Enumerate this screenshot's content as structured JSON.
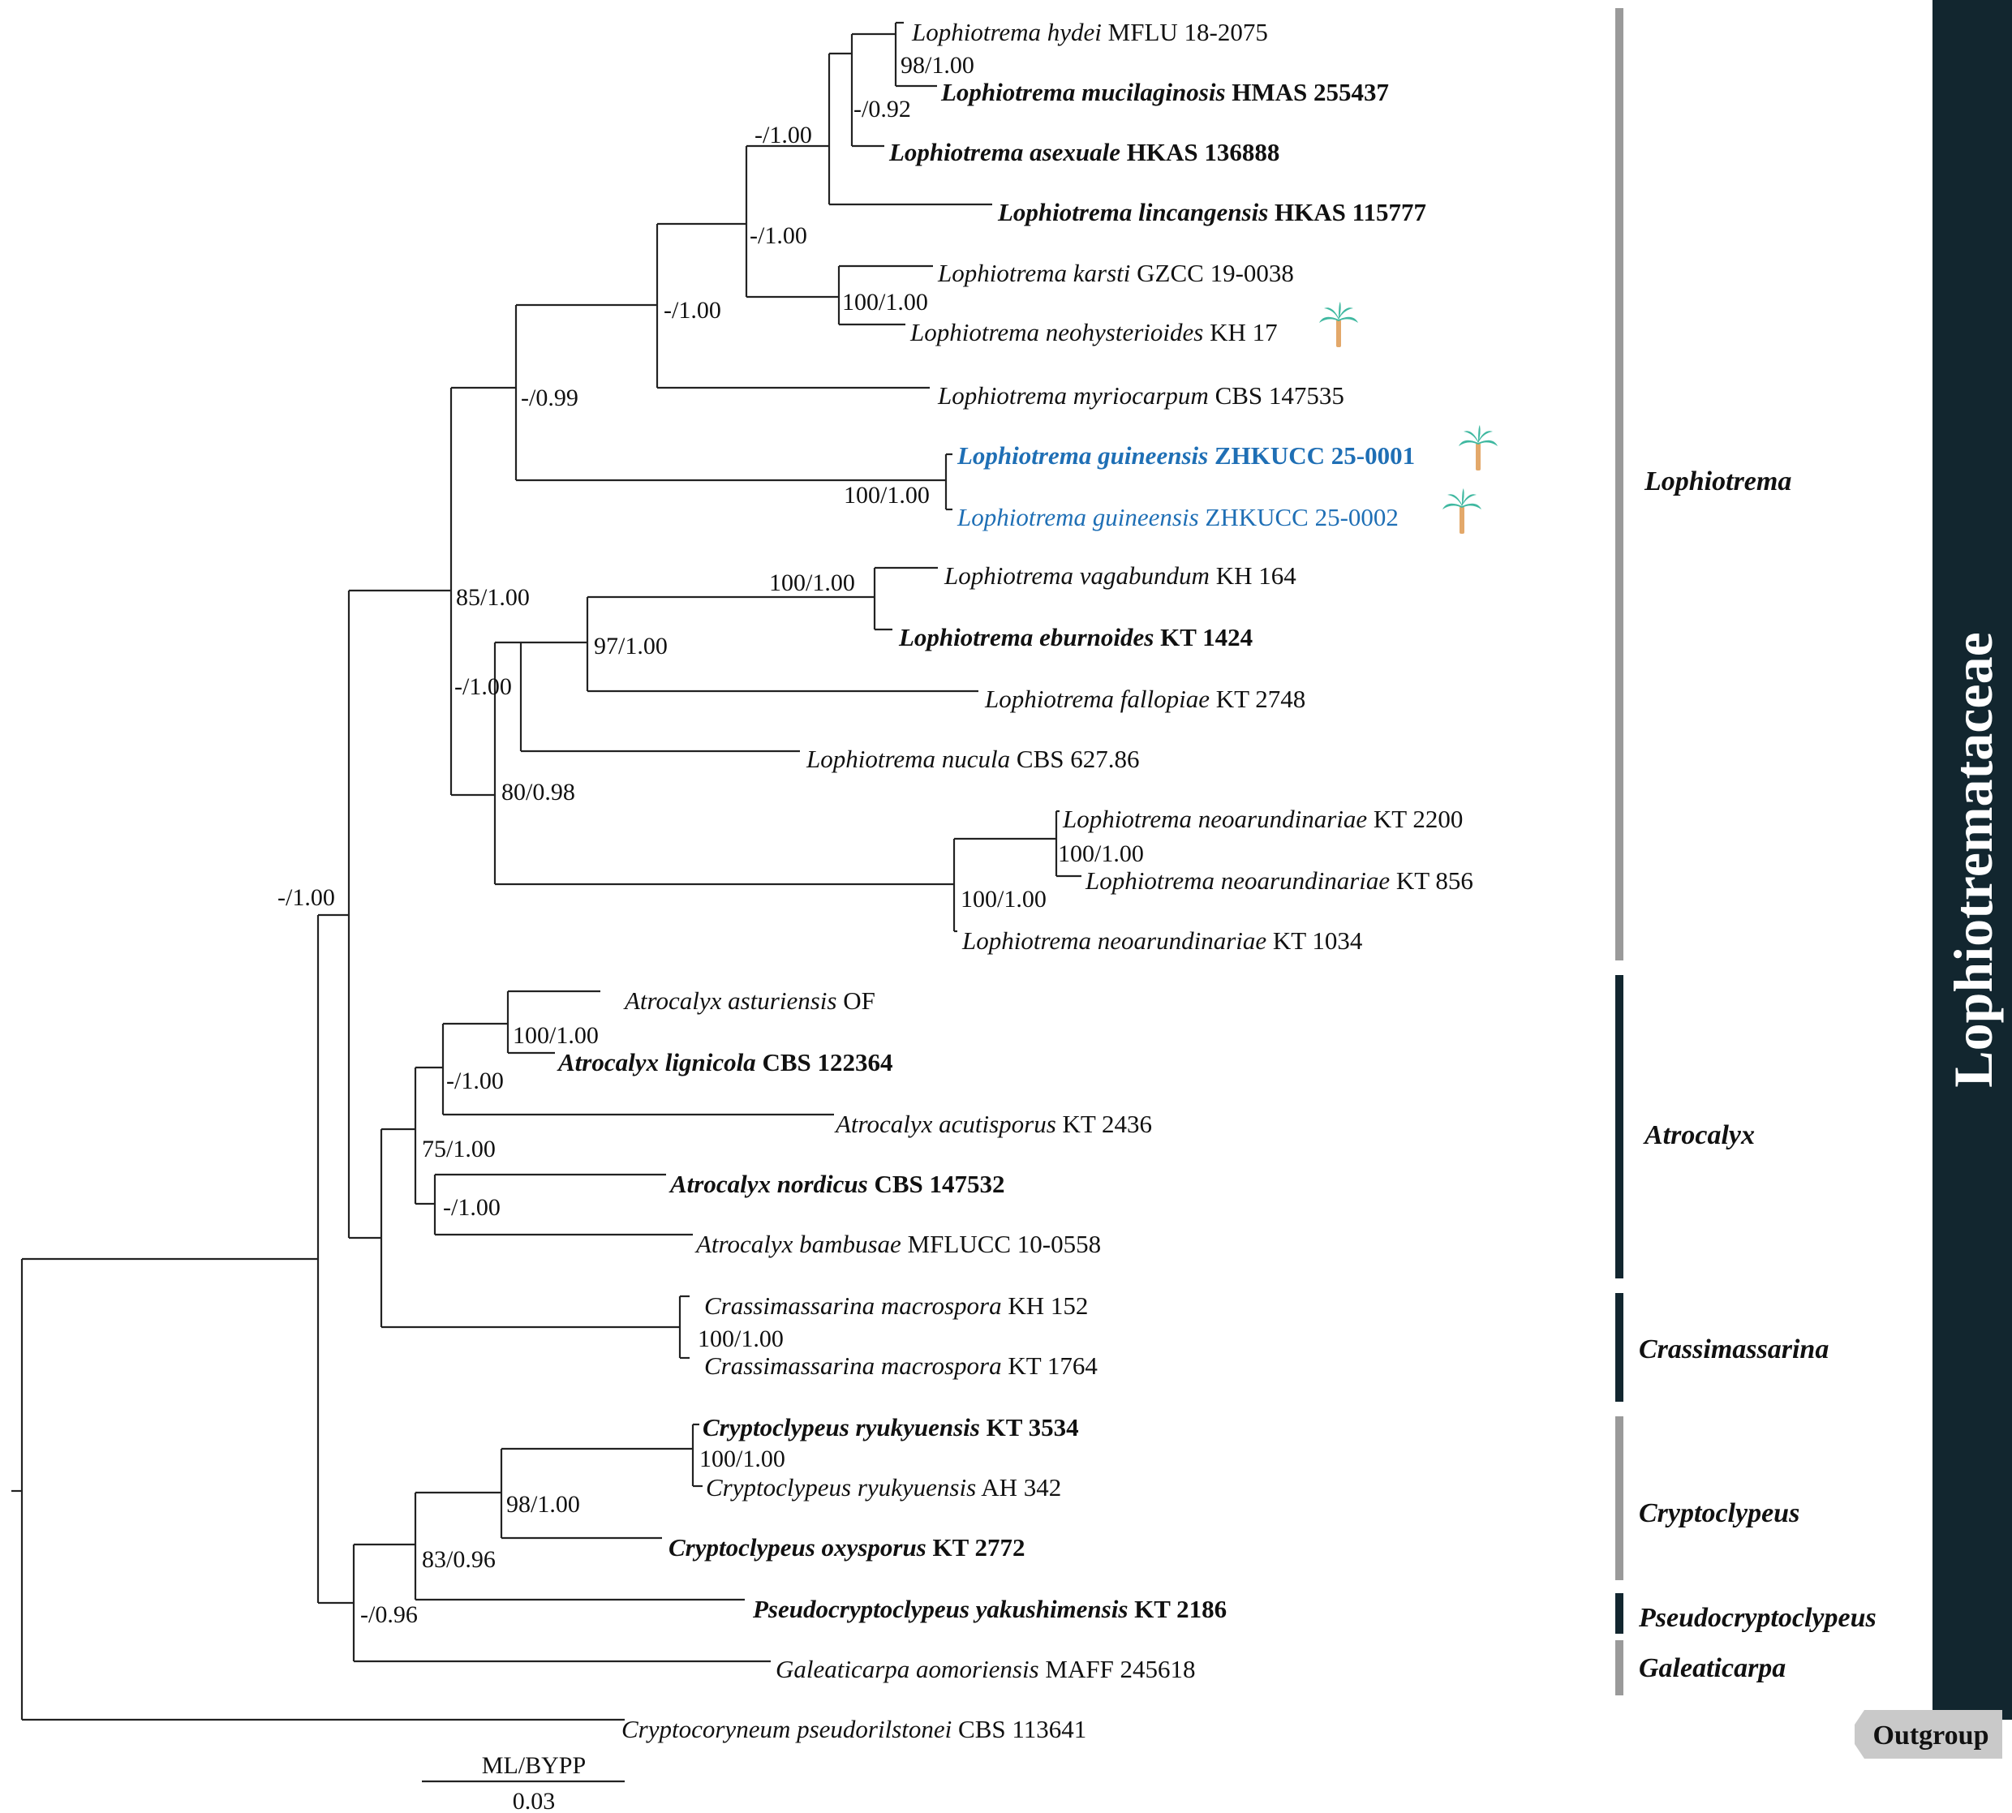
{
  "taxa": [
    {
      "genus_species": "Lophiotrema hydei",
      "code": "MFLU 18-2075",
      "bold": false,
      "blue": false,
      "palm": false
    },
    {
      "genus_species": "Lophiotrema mucilaginosis",
      "code": "HMAS 255437",
      "bold": true,
      "blue": false,
      "palm": false
    },
    {
      "genus_species": "Lophiotrema asexuale",
      "code": "HKAS 136888",
      "bold": true,
      "blue": false,
      "palm": false
    },
    {
      "genus_species": "Lophiotrema lincangensis",
      "code": "HKAS 115777",
      "bold": true,
      "blue": false,
      "palm": false
    },
    {
      "genus_species": "Lophiotrema karsti",
      "code": "GZCC 19-0038",
      "bold": false,
      "blue": false,
      "palm": false
    },
    {
      "genus_species": "Lophiotrema neohysterioides",
      "code": "KH 17",
      "bold": false,
      "blue": false,
      "palm": true
    },
    {
      "genus_species": "Lophiotrema myriocarpum",
      "code": "CBS 147535",
      "bold": false,
      "blue": false,
      "palm": false
    },
    {
      "genus_species": "Lophiotrema guineensis",
      "code": "ZHKUCC 25-0001",
      "bold": true,
      "blue": true,
      "palm": true
    },
    {
      "genus_species": "Lophiotrema guineensis",
      "code": "ZHKUCC 25-0002",
      "bold": false,
      "blue": true,
      "palm": true
    },
    {
      "genus_species": "Lophiotrema vagabundum",
      "code": "KH 164",
      "bold": false,
      "blue": false,
      "palm": false
    },
    {
      "genus_species": "Lophiotrema eburnoides",
      "code": "KT 1424",
      "bold": true,
      "blue": false,
      "palm": false
    },
    {
      "genus_species": "Lophiotrema fallopiae",
      "code": "KT 2748",
      "bold": false,
      "blue": false,
      "palm": false
    },
    {
      "genus_species": "Lophiotrema nucula",
      "code": "CBS 627.86",
      "bold": false,
      "blue": false,
      "palm": false
    },
    {
      "genus_species": "Lophiotrema neoarundinariae",
      "code": "KT 2200",
      "bold": false,
      "blue": false,
      "palm": false
    },
    {
      "genus_species": "Lophiotrema neoarundinariae",
      "code": "KT 856",
      "bold": false,
      "blue": false,
      "palm": false
    },
    {
      "genus_species": "Lophiotrema neoarundinariae",
      "code": "KT 1034",
      "bold": false,
      "blue": false,
      "palm": false
    },
    {
      "genus_species": "Atrocalyx asturiensis",
      "code": "OF",
      "bold": false,
      "blue": false,
      "palm": false
    },
    {
      "genus_species": "Atrocalyx lignicola",
      "code": "CBS 122364",
      "bold": true,
      "blue": false,
      "palm": false
    },
    {
      "genus_species": "Atrocalyx acutisporus",
      "code": "KT 2436",
      "bold": false,
      "blue": false,
      "palm": false
    },
    {
      "genus_species": "Atrocalyx nordicus",
      "code": "CBS 147532",
      "bold": true,
      "blue": false,
      "palm": false
    },
    {
      "genus_species": "Atrocalyx bambusae",
      "code": "MFLUCC 10-0558",
      "bold": false,
      "blue": false,
      "palm": false
    },
    {
      "genus_species": "Crassimassarina macrospora",
      "code": "KH 152",
      "bold": false,
      "blue": false,
      "palm": false
    },
    {
      "genus_species": "Crassimassarina macrospora",
      "code": "KT 1764",
      "bold": false,
      "blue": false,
      "palm": false
    },
    {
      "genus_species": "Cryptoclypeus ryukyuensis",
      "code": "KT 3534",
      "bold": true,
      "blue": false,
      "palm": false
    },
    {
      "genus_species": "Cryptoclypeus ryukyuensis",
      "code": "AH 342",
      "bold": false,
      "blue": false,
      "palm": false
    },
    {
      "genus_species": "Cryptoclypeus oxysporus",
      "code": "KT 2772",
      "bold": true,
      "blue": false,
      "palm": false
    },
    {
      "genus_species": "Pseudocryptoclypeus yakushimensis",
      "code": "KT 2186",
      "bold": true,
      "blue": false,
      "palm": false
    },
    {
      "genus_species": "Galeaticarpa aomoriensis",
      "code": "MAFF 245618",
      "bold": false,
      "blue": false,
      "palm": false
    },
    {
      "genus_species": "Cryptocoryneum pseudorilstonei",
      "code": "CBS 113641",
      "bold": false,
      "blue": false,
      "palm": false
    }
  ],
  "supports": [
    "98/1.00",
    "-/0.92",
    "-/1.00",
    "-/1.00",
    "100/1.00",
    "-/1.00",
    "-/0.99",
    "100/1.00",
    "100/1.00",
    "97/1.00",
    "-/1.00",
    "85/1.00",
    "80/0.98",
    "100/1.00",
    "100/1.00",
    "-/1.00",
    "100/1.00",
    "-/1.00",
    "75/1.00",
    "-/1.00",
    "100/1.00",
    "100/1.00",
    "98/1.00",
    "83/0.96",
    "-/0.96"
  ],
  "clades": [
    {
      "label": "Lophiotrema",
      "color": "#9a9a9a"
    },
    {
      "label": "Atrocalyx",
      "color": "#12262f"
    },
    {
      "label": "Crassimassarina",
      "color": "#12262f"
    },
    {
      "label": "Cryptoclypeus",
      "color": "#9a9a9a"
    },
    {
      "label": "Pseudocryptoclypeus",
      "color": "#12262f"
    },
    {
      "label": "Galeaticarpa",
      "color": "#9a9a9a"
    }
  ],
  "family": {
    "label": "Lophiotremataceae",
    "color": "#12262f"
  },
  "outgroup": {
    "label": "Outgroup",
    "color": "#c9c9c9"
  },
  "scale": {
    "method": "ML/BYPP",
    "value": "0.03"
  },
  "colors": {
    "highlight": "#1f6fb5",
    "palm_leaf": "#3fb8a0",
    "palm_trunk": "#e3a86a"
  }
}
